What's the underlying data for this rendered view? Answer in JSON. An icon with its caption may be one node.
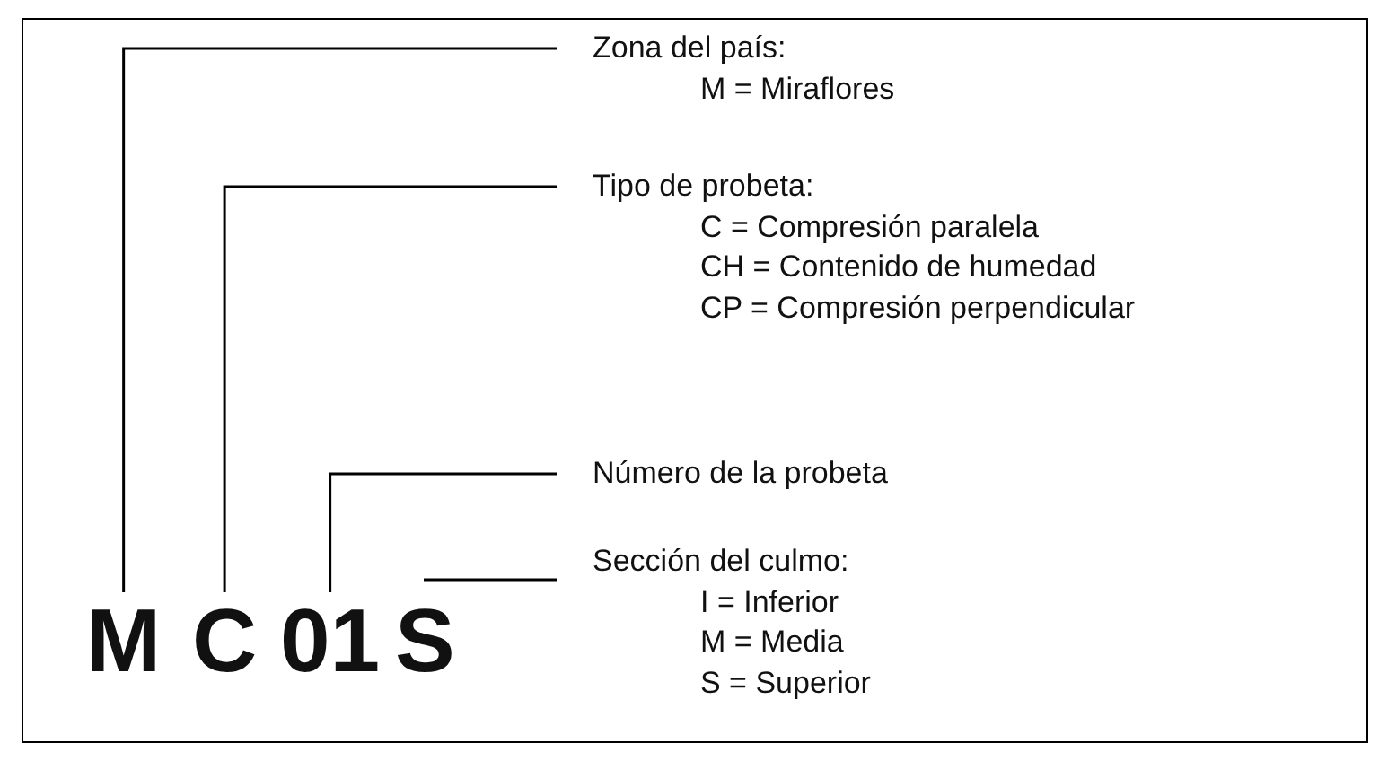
{
  "diagram": {
    "nodes": [
      {
        "text": [
          "M"
        ]
      },
      {
        "text": [
          "C"
        ]
      },
      {
        "text": [
          "01"
        ]
      },
      {
        "text": [
          "S"
        ]
      },
      {
        "text": [
          "Zona del país:",
          "M = Miraflores"
        ]
      },
      {
        "text": [
          "Tipo de probeta:",
          "C = Compresión paralela",
          "CH = Contenido de humedad",
          "CP = Compresión perpendicular"
        ]
      },
      {
        "text": [
          "Número de la probeta"
        ]
      },
      {
        "text": [
          "Sección del culmo:",
          "I = Inferior",
          "M = Media",
          "S = Superior"
        ]
      }
    ],
    "edges": [
      {
        "from": 0,
        "to": 4,
        "arrow": "none"
      },
      {
        "from": 1,
        "to": 5,
        "arrow": "none"
      },
      {
        "from": 2,
        "to": 6,
        "arrow": "none"
      },
      {
        "from": 3,
        "to": 7,
        "arrow": "none"
      }
    ]
  }
}
